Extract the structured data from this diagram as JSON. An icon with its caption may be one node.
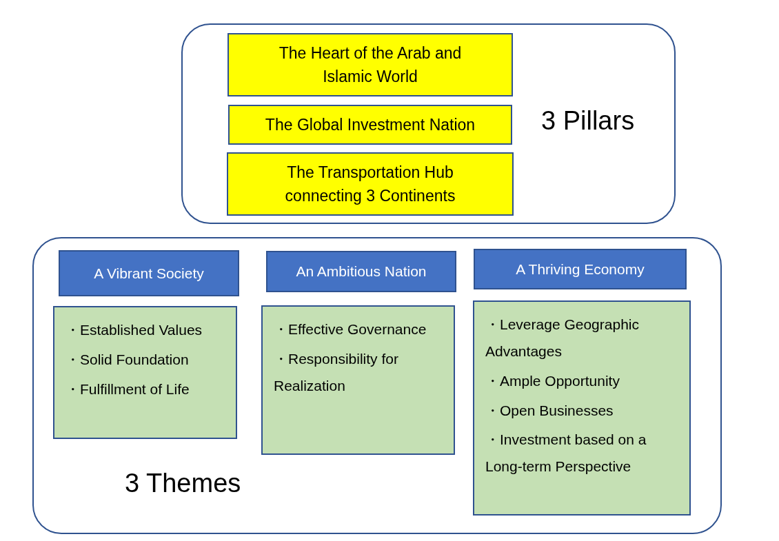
{
  "diagram": {
    "nodes": [
      {
        "text": [
          "3 Pillars"
        ]
      },
      {
        "text": [
          "The Heart of the Arab and Islamic World"
        ],
        "in": 0
      },
      {
        "text": [
          "The Global Investment Nation"
        ],
        "in": 0
      },
      {
        "text": [
          "The Transportation Hub connecting 3 Continents"
        ],
        "in": 0
      },
      {
        "text": [
          "3 Themes"
        ]
      },
      {
        "text": [
          "A Vibrant Society"
        ],
        "in": 4
      },
      {
        "text": [
          "An Ambitious Nation"
        ],
        "in": 4
      },
      {
        "text": [
          "A Thriving Economy"
        ],
        "in": 4
      },
      {
        "text": [
          "・Established Values",
          "・Solid Foundation",
          "・Fulfillment of Life"
        ],
        "in": 4
      },
      {
        "text": [
          "・Effective Governance",
          "・Responsibility for Realization"
        ],
        "in": 4
      },
      {
        "text": [
          "・Leverage Geographic Advantages",
          "・Ample Opportunity",
          "・Open Businesses",
          "・Investment based on a Long-term Perspective"
        ],
        "in": 4
      }
    ],
    "edges": []
  }
}
